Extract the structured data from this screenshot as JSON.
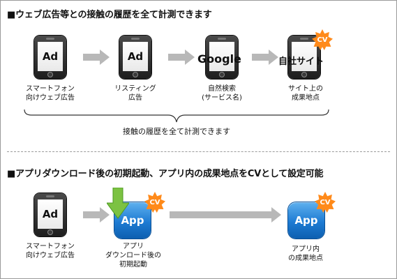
{
  "section1": {
    "heading": "■ウェブ広告等との接触の履歴を全て計測できます",
    "steps": [
      {
        "screen_text": "Ad",
        "caption_lines": [
          "スマートフォン",
          "向けウェブ広告"
        ]
      },
      {
        "screen_text": "Ad",
        "caption_lines": [
          "リスティング",
          "広告"
        ]
      },
      {
        "screen_text": "Google",
        "caption_lines": [
          "自然検索",
          "(サービス名)"
        ]
      },
      {
        "screen_text": "自社サイト",
        "caption_lines": [
          "サイト上の",
          "成果地点"
        ],
        "badge": "CV"
      }
    ],
    "brace_label": "接触の履歴を全て計測できます"
  },
  "section2": {
    "heading": "■アプリダウンロード後の初期起動、アプリ内の成果地点をCVとして設定可能",
    "steps": [
      {
        "screen_text": "Ad",
        "caption_lines": [
          "スマートフォン",
          "向けウェブ広告"
        ]
      },
      {
        "icon_text": "App",
        "caption_lines": [
          "アプリ",
          "ダウンロード後の",
          "初期起動"
        ],
        "badge": "CV"
      },
      {
        "icon_text": "App",
        "caption_lines": [
          "アプリ内",
          "の成果地点"
        ],
        "badge": "CV"
      }
    ]
  },
  "colors": {
    "arrow": "#b8b8b8",
    "badge": "#ff8a1a",
    "download_arrow": "#7cc242",
    "app_icon": "#1d7bd3"
  }
}
